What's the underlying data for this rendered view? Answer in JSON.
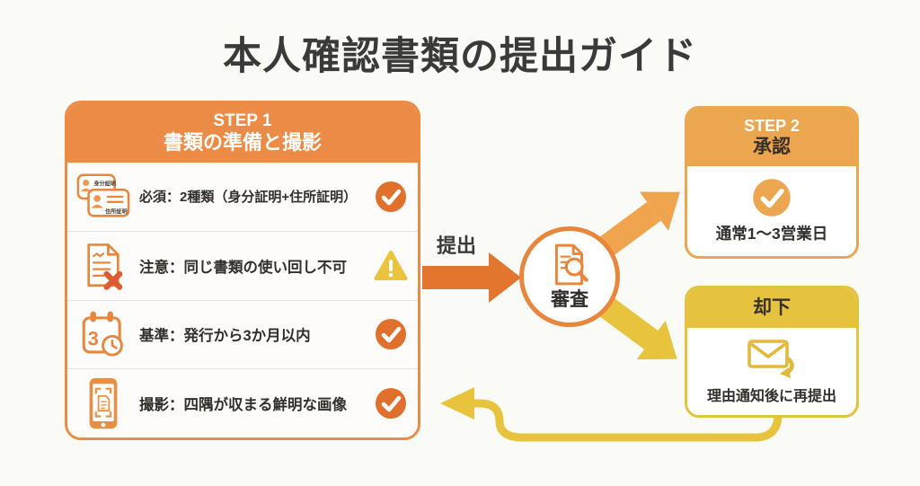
{
  "page": {
    "title": "本人確認書類の提出ガイド"
  },
  "colors": {
    "background": "#FAFAF7",
    "step1_orange": "#EC8B45",
    "check_orange": "#E2702D",
    "warning_yellow": "#ECC33C",
    "submit_arrow_orange": "#E2762F",
    "approve_arrow_amber": "#F0A44E",
    "reject_arrow_yellow": "#E7C33E",
    "step2_amber": "#EBA64F",
    "reject_yellow": "#E5C33E",
    "review_ring_orange": "#E8873C",
    "text_dark": "#332F2B"
  },
  "step1": {
    "header_step": "STEP 1",
    "header_title": "書類の準備と撮影",
    "rows": [
      {
        "icon": "id-cards-icon",
        "text": "必須：2種類（身分証明+住所証明）",
        "status": "check",
        "card_labels": [
          "身分証明",
          "住所証明"
        ]
      },
      {
        "icon": "document-x-icon",
        "text": "注意：同じ書類の使い回し不可",
        "status": "warning"
      },
      {
        "icon": "calendar-clock-icon",
        "text": "基準：発行から3か月以内",
        "status": "check",
        "calendar_number": "3"
      },
      {
        "icon": "phone-capture-icon",
        "text": "撮影：四隅が収まる鮮明な画像",
        "status": "check"
      }
    ]
  },
  "flow": {
    "submit_label": "提出",
    "review_label": "審査"
  },
  "step2": {
    "header_step": "STEP 2",
    "header_title": "承認",
    "body_text": "通常1〜3営業日"
  },
  "reject": {
    "header_title": "却下",
    "body_text": "理由通知後に再提出"
  }
}
